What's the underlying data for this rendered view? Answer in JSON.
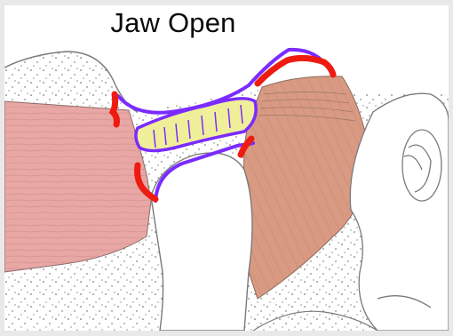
{
  "title": "Jaw Open",
  "colors": {
    "background": "#ffffff",
    "frame": "#e9e9e9",
    "outline": "#7a7a7a",
    "temporalis_muscle": "#e8a7a5",
    "pterygoid_muscle": "#d99a83",
    "joint_capsule": "#7a2bff",
    "articular_disc": "#efef9a",
    "ligament_attachment": "#ee1b11",
    "bone_stipple": "#555555"
  },
  "elements": [
    "temporal-bone",
    "muscle-band-left",
    "muscle-band-right",
    "joint-capsule",
    "articular-disc",
    "mandibular-condyle",
    "capsule-attachments",
    "ear-structure"
  ]
}
